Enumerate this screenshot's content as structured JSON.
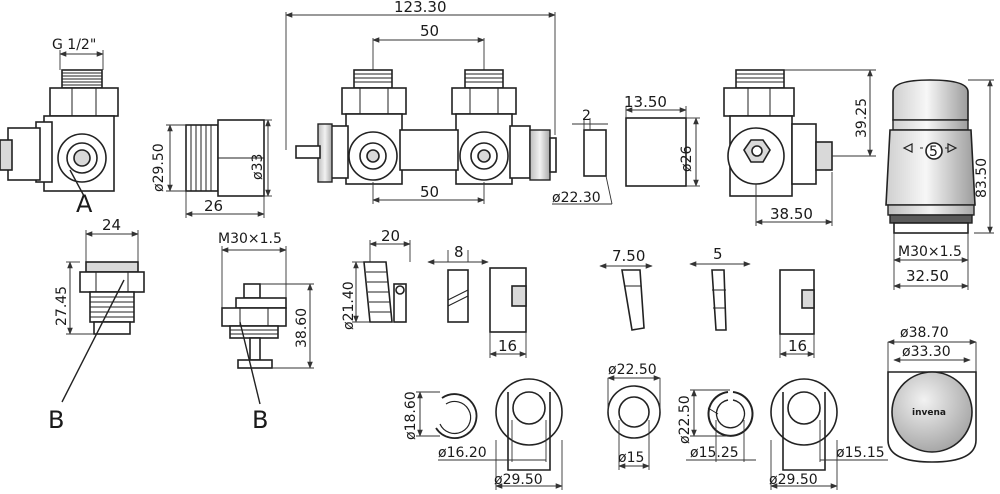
{
  "dimensions": {
    "total_width": "123.30",
    "centers_top": "50",
    "centers_bottom": "50",
    "thread_g": "G 1/2\"",
    "dia_29_50_side": "ø29.50",
    "dia_33": "ø33",
    "len_26": "26",
    "thk_2": "2",
    "len_13_50": "13.50",
    "dia_26": "ø26",
    "dia_22_30": "ø22.30",
    "h_39_25": "39.25",
    "len_38_50": "38.50",
    "h_83_50": "83.50",
    "m30_head": "M30×1.5",
    "w_32_50": "32.50",
    "w_24": "24",
    "h_27_45": "27.45",
    "m30_b": "M30×1.5",
    "h_38_60": "38.60",
    "w_20": "20",
    "dia_21_40": "ø21.40",
    "w_8": "8",
    "w_16_a": "16",
    "w_7_50": "7.50",
    "w_5": "5",
    "w_16_b": "16",
    "dia_38_70": "ø38.70",
    "dia_33_30": "ø33.30",
    "dia_18_60": "ø18.60",
    "dia_16_20": "ø16.20",
    "dia_29_50_a": "ø29.50",
    "dia_22_50_a": "ø22.50",
    "dia_15": "ø15",
    "dia_22_50_b": "ø22.50",
    "dia_15_25": "ø15.25",
    "dia_29_50_b": "ø29.50",
    "dia_15_15": "ø15.15"
  },
  "callouts": {
    "a": "A",
    "b1": "B",
    "b2": "B"
  },
  "head": {
    "brand": "invena",
    "setting": "5"
  }
}
